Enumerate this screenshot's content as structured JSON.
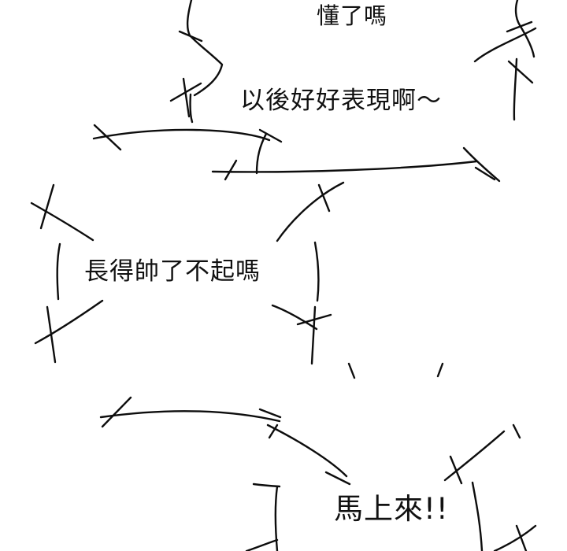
{
  "panel": {
    "background_color": "#ffffff",
    "line_color": "#0d0d0d",
    "text_color": "#111111"
  },
  "bubbles": [
    {
      "text": "懂了嗎"
    },
    {
      "text": "以後好好表現啊～"
    },
    {
      "text": "長得帥了不起嗎"
    },
    {
      "text": "馬上來!!"
    }
  ]
}
